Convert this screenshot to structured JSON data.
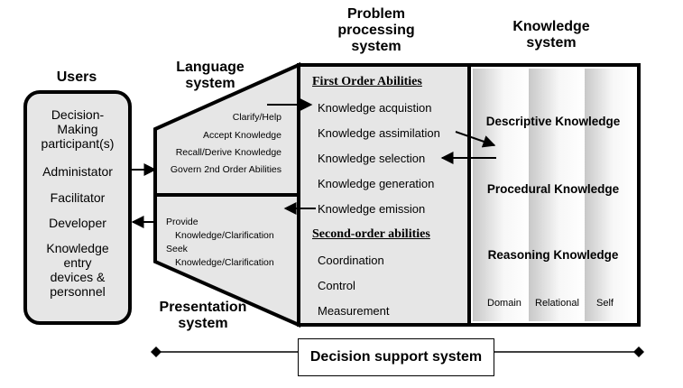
{
  "titles": {
    "users": "Users",
    "language": [
      "Language",
      "system"
    ],
    "problem": [
      "Problem",
      "processing",
      "system"
    ],
    "knowledge": [
      "Knowledge",
      "system"
    ],
    "presentation": [
      "Presentation",
      "system"
    ]
  },
  "users": {
    "items": [
      "Decision-",
      "Making",
      "participant(s)",
      "Administator",
      "Facilitator",
      "Developer",
      "Knowledge",
      "entry",
      "devices &",
      "personnel"
    ]
  },
  "language": {
    "items": [
      "Clarify/Help",
      "Accept Knowledge",
      "Recall/Derive Knowledge",
      "Govern 2nd Order Abilities"
    ]
  },
  "presentation": {
    "items": [
      "Provide",
      "Knowledge/Clarification",
      "Seek",
      "Knowledge/Clarification"
    ]
  },
  "ppsystem": {
    "first_heading": "First Order Abilities",
    "first_items": [
      "Knowledge acquistion",
      "Knowledge assimilation",
      "Knowledge selection",
      "Knowledge generation",
      "Knowledge emission"
    ],
    "second_heading": "Second-order abilities",
    "second_items": [
      "Coordination",
      "Control",
      "Measurement"
    ]
  },
  "ksystem": {
    "items": [
      "Descriptive Knowledge",
      "Procedural Knowledge",
      "Reasoning Knowledge"
    ],
    "columns": [
      "Domain",
      "Relational",
      "Self"
    ]
  },
  "dss": {
    "label": "Decision support system"
  }
}
